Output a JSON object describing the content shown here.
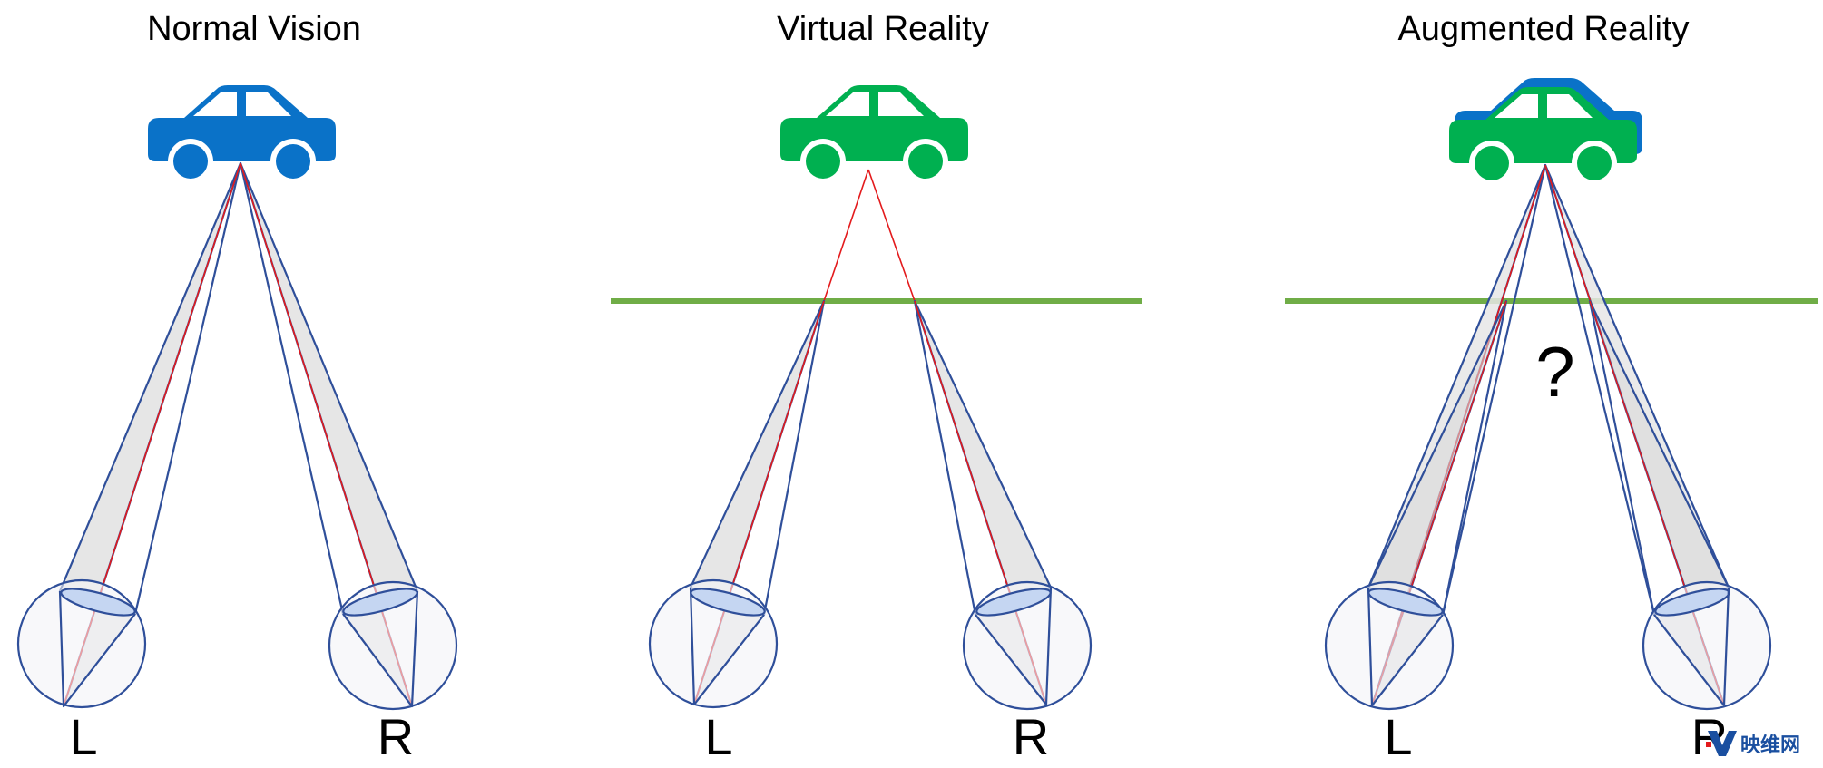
{
  "panels": [
    {
      "title": "Normal Vision",
      "left_label": "L",
      "right_label": "R"
    },
    {
      "title": "Virtual Reality",
      "left_label": "L",
      "right_label": "R"
    },
    {
      "title": "Augmented Reality",
      "left_label": "L",
      "right_label": "R",
      "question": "?"
    }
  ],
  "watermark": {
    "text": "映维网"
  },
  "colors": {
    "real_car": "#0a72c8",
    "virtual_car": "#00b050",
    "display_plane": "#70ad47",
    "cone_fill": "#e6e6e6",
    "cone_stroke": "#2f4f9a",
    "ray": "#e31a1c",
    "eye_fill": "#f4f4f6",
    "eye_stroke": "#2f4f9a",
    "lens_fill": "#c5d6f2"
  }
}
